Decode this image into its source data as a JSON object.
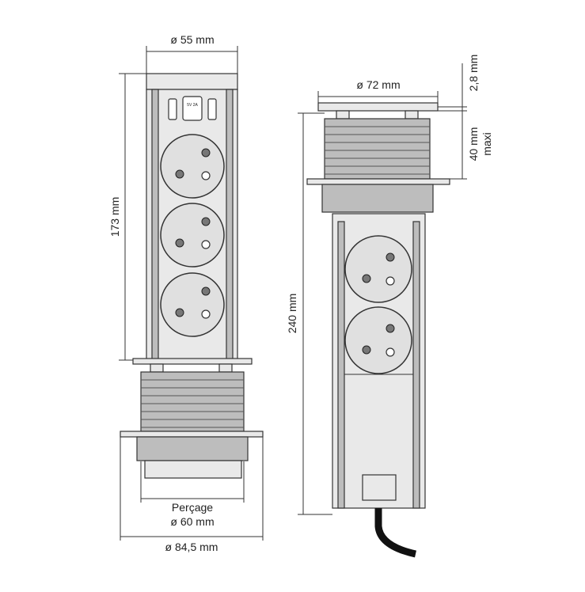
{
  "dimensions": {
    "left_width": "ø 55 mm",
    "left_height": "173 mm",
    "drilling_label": "Perçage",
    "drilling_diameter": "ø 60 mm",
    "flange_diameter": "ø 84,5 mm",
    "right_width": "ø 72 mm",
    "right_height": "240 mm",
    "cap_thickness": "2,8 mm",
    "max_thickness": "40 mm",
    "max_label": "maxi"
  },
  "usb_label": "5V 2A"
}
